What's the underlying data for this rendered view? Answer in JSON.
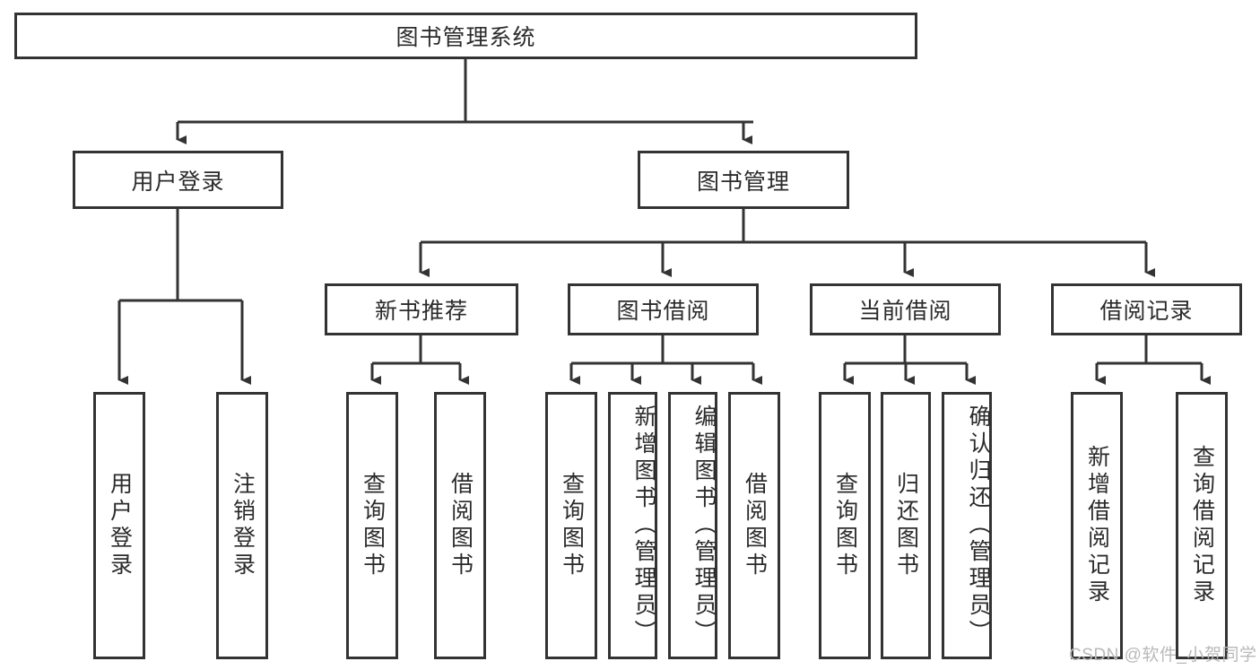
{
  "diagram": {
    "type": "tree-hierarchy",
    "title": "图书管理系统功能结构图",
    "colors": {
      "box_border": "#333333",
      "box_fill": "#ffffff",
      "text": "#2b2b2b",
      "connector": "#333333",
      "watermark": "#b9b9b9"
    },
    "root": {
      "label": "图书管理系统"
    },
    "level2": [
      {
        "label": "用户登录"
      },
      {
        "label": "图书管理"
      }
    ],
    "level3": [
      {
        "label": "新书推荐"
      },
      {
        "label": "图书借阅"
      },
      {
        "label": "当前借阅"
      },
      {
        "label": "借阅记录"
      }
    ],
    "leaves": {
      "user_login": [
        {
          "label": "用户登录"
        },
        {
          "label": "注销登录"
        }
      ],
      "new_book_recommend": [
        {
          "label": "查询图书"
        },
        {
          "label": "借阅图书"
        }
      ],
      "book_borrow": [
        {
          "label": "查询图书"
        },
        {
          "label": "新增图书（管理员）"
        },
        {
          "label": "编辑图书（管理员）"
        },
        {
          "label": "借阅图书"
        }
      ],
      "current_borrow": [
        {
          "label": "查询图书"
        },
        {
          "label": "归还图书"
        },
        {
          "label": "确认归还（管理员）"
        }
      ],
      "borrow_record": [
        {
          "label": "新增借阅记录"
        },
        {
          "label": "查询借阅记录"
        }
      ]
    }
  },
  "watermark": {
    "text": "CSDN @软件_小贺同学"
  }
}
